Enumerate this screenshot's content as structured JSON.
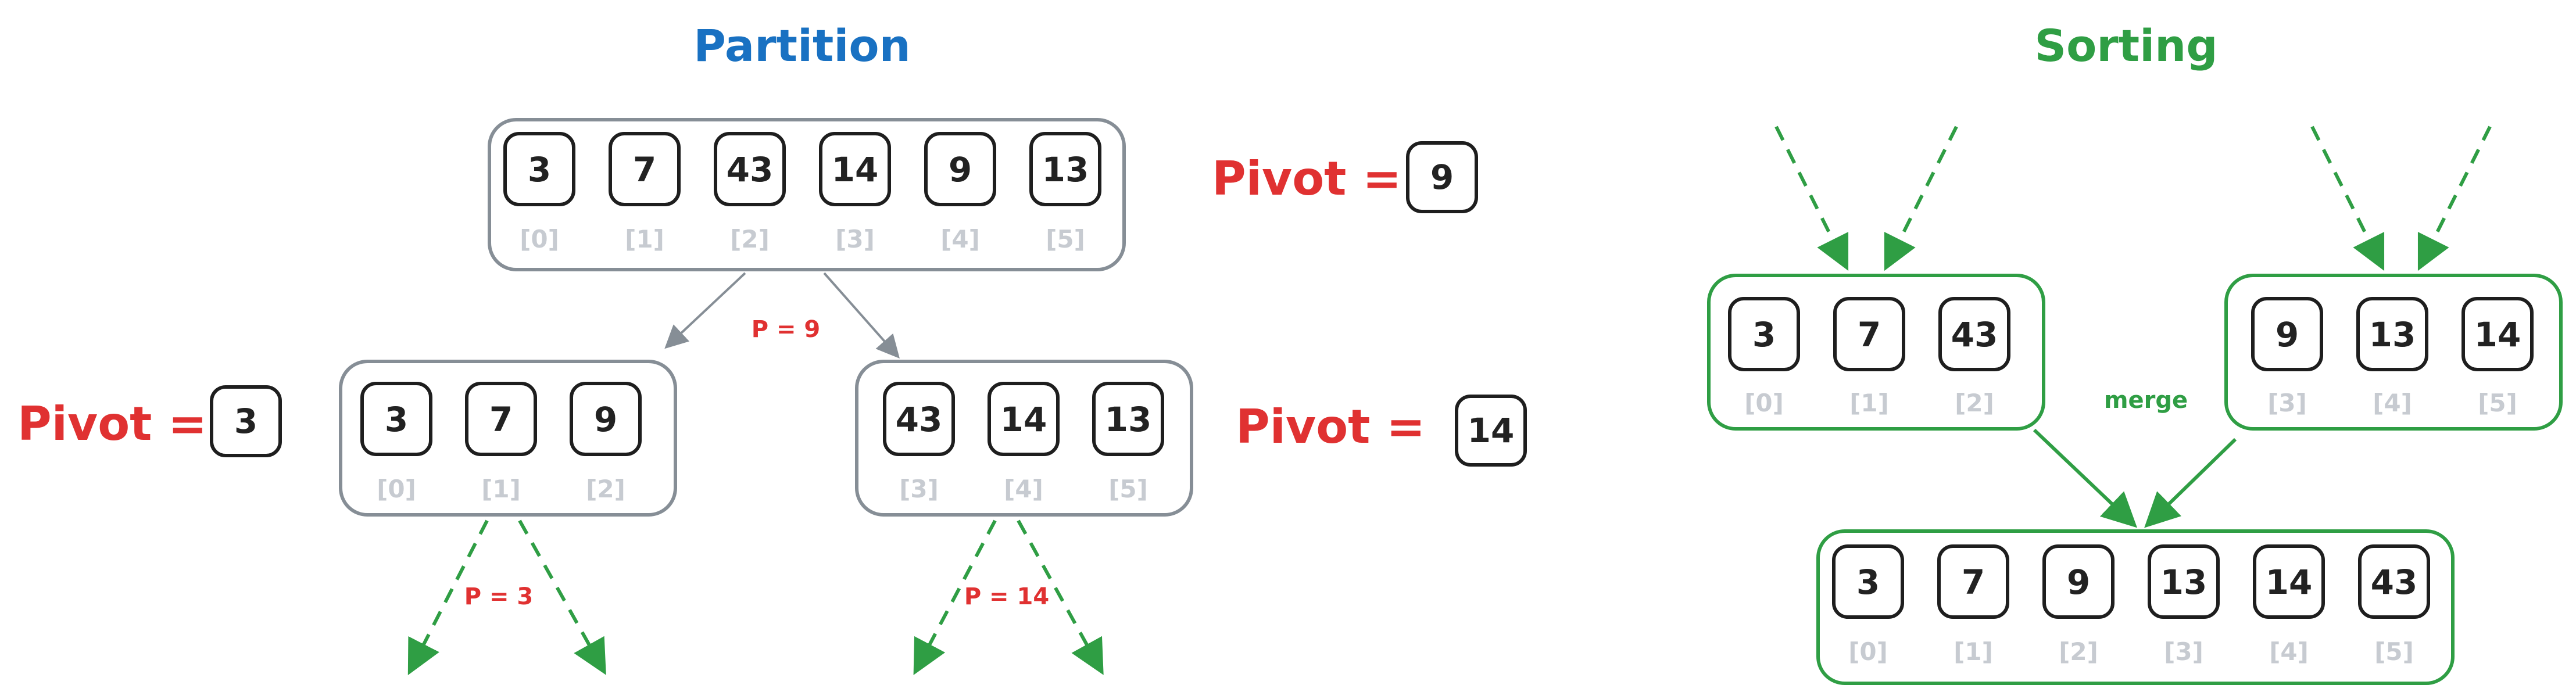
{
  "titles": {
    "partition": "Partition",
    "sorting": "Sorting"
  },
  "colors": {
    "partition_title": "#1971c2",
    "sorting_title": "#2f9e44",
    "pivot_text": "#e03131",
    "gray_container": "#868e96",
    "green": "#2f9e44",
    "index_text": "#c7cbd1",
    "cell_border": "#1e1e1e"
  },
  "partition": {
    "root": {
      "values": [
        "3",
        "7",
        "43",
        "14",
        "9",
        "13"
      ],
      "indices": [
        "[0]",
        "[1]",
        "[2]",
        "[3]",
        "[4]",
        "[5]"
      ]
    },
    "left": {
      "values": [
        "3",
        "7",
        "9"
      ],
      "indices": [
        "[0]",
        "[1]",
        "[2]"
      ]
    },
    "right": {
      "values": [
        "43",
        "14",
        "13"
      ],
      "indices": [
        "[3]",
        "[4]",
        "[5]"
      ]
    },
    "pivot_label": "Pivot =",
    "pivots": {
      "root": "9",
      "left": "3",
      "right": "14"
    },
    "edge_labels": {
      "root": "P = 9",
      "left": "P = 3",
      "right": "P = 14"
    }
  },
  "sorting": {
    "left": {
      "values": [
        "3",
        "7",
        "43"
      ],
      "indices": [
        "[0]",
        "[1]",
        "[2]"
      ]
    },
    "right": {
      "values": [
        "9",
        "13",
        "14"
      ],
      "indices": [
        "[3]",
        "[4]",
        "[5]"
      ]
    },
    "merged": {
      "values": [
        "3",
        "7",
        "9",
        "13",
        "14",
        "43"
      ],
      "indices": [
        "[0]",
        "[1]",
        "[2]",
        "[3]",
        "[4]",
        "[5]"
      ]
    },
    "merge_label": "merge"
  }
}
